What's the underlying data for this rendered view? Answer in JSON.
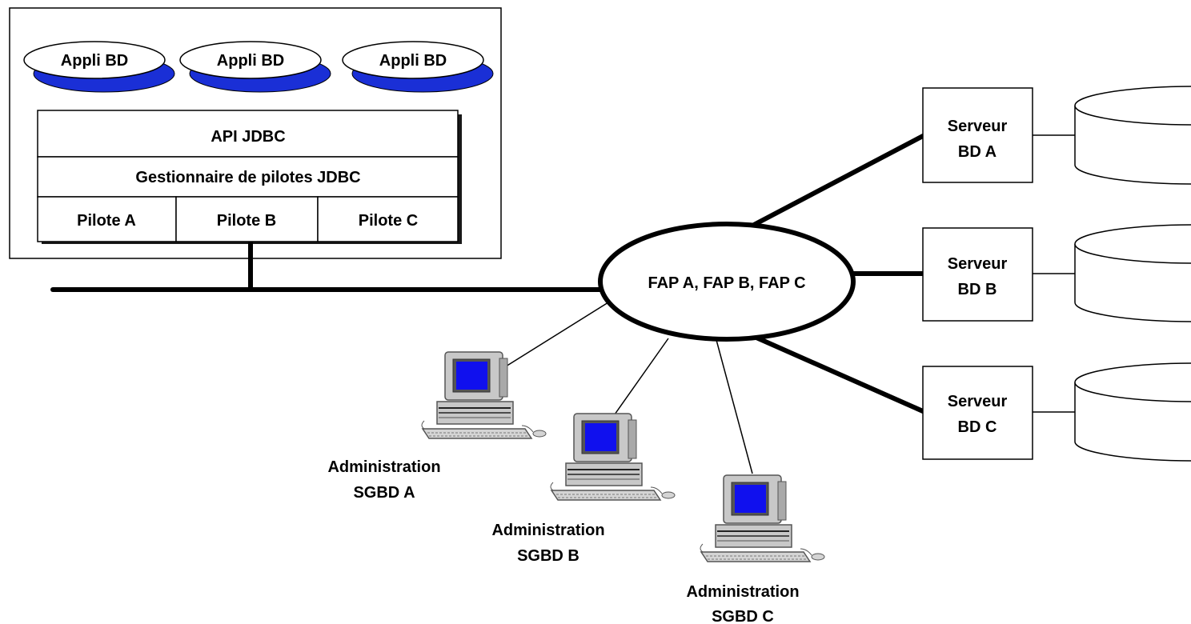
{
  "apps": [
    {
      "label": "Appli BD"
    },
    {
      "label": "Appli BD"
    },
    {
      "label": "Appli BD"
    }
  ],
  "api": {
    "label": "API JDBC"
  },
  "driver_manager": {
    "label": "Gestionnaire de pilotes JDBC"
  },
  "drivers": [
    {
      "label": "Pilote A"
    },
    {
      "label": "Pilote B"
    },
    {
      "label": "Pilote C"
    }
  ],
  "hub": {
    "label": "FAP A, FAP B, FAP C"
  },
  "servers": [
    {
      "line1": "Serveur",
      "line2": "BD A"
    },
    {
      "line1": "Serveur",
      "line2": "BD B"
    },
    {
      "line1": "Serveur",
      "line2": "BD C"
    }
  ],
  "admins": [
    {
      "line1": "Administration",
      "line2": "SGBD A"
    },
    {
      "line1": "Administration",
      "line2": "SGBD B"
    },
    {
      "line1": "Administration",
      "line2": "SGBD C"
    }
  ],
  "colors": {
    "app_shadow": "#1a2fd6",
    "screen": "#1010ee",
    "computer_body": "#c8c8c8"
  }
}
